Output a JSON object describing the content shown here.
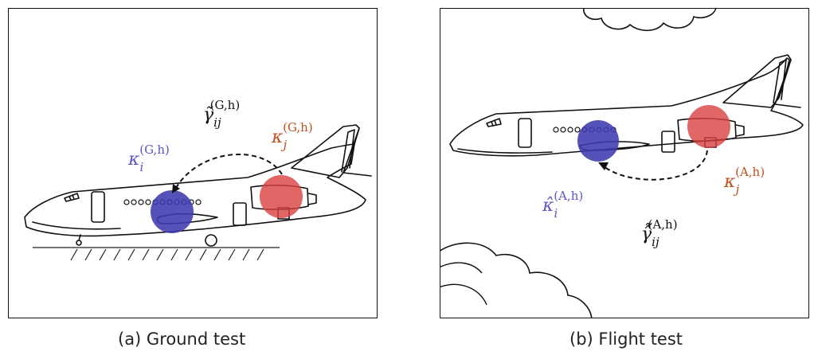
{
  "panels": [
    {
      "caption": "(a) Ground test",
      "colors": {
        "kappa_i": "#4a46b8",
        "kappa_j": "#d94040",
        "label_i": "#5b57c9",
        "label_j": "#c0501f"
      }
    },
    {
      "caption": "(b) Flight test",
      "colors": {
        "kappa_i": "#4a46b8",
        "kappa_j": "#d94040",
        "label_i": "#5b57c9",
        "label_j": "#c0501f"
      }
    }
  ],
  "labels": {
    "a": {
      "gamma_sym": "γ̃",
      "gamma_sub": "ij",
      "gamma_sup": "(G,h)",
      "kappa_i_sym": "κ",
      "kappa_i_sub": "i",
      "kappa_i_sup": "(G,h)",
      "kappa_j_sym": "κ",
      "kappa_j_sub": "j",
      "kappa_j_sup": "(G,h)"
    },
    "b": {
      "gamma_sym": "γ̂̃",
      "gamma_sub": "ij",
      "gamma_sup": "(A,h)",
      "kappa_i_sym": "κ̂",
      "kappa_i_sub": "i",
      "kappa_i_sup": "(A,h)",
      "kappa_j_sym": "κ",
      "kappa_j_sub": "j",
      "kappa_j_sup": "(A,h)"
    }
  }
}
